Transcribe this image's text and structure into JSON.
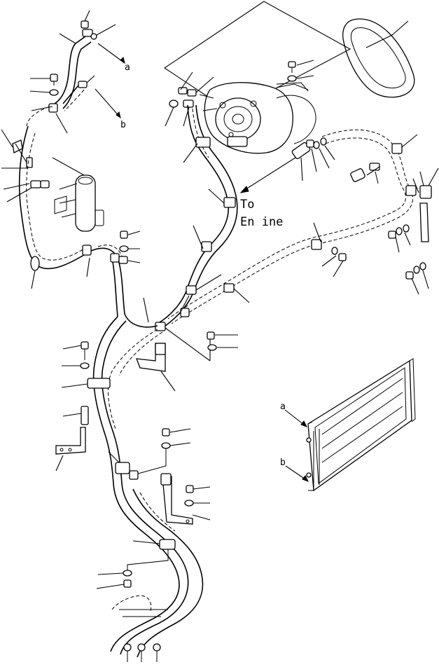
{
  "labels": {
    "to_engine_line1": "To",
    "to_engine_line2": "En ine",
    "port_a_top": "a",
    "port_b_top": "b",
    "port_a_condenser": "a",
    "port_b_condenser": "b"
  },
  "icons": {
    "belt": "v-belt-icon",
    "compressor": "ac-compressor-icon",
    "condenser": "condenser-icon",
    "receiver": "receiver-drier-icon"
  }
}
